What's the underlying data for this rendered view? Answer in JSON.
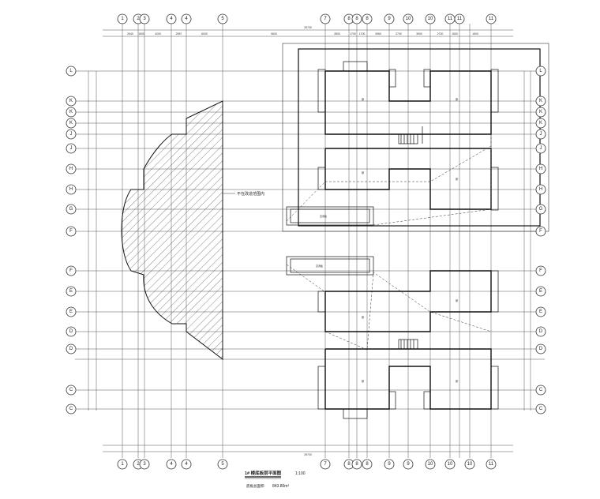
{
  "axes_top": [
    "1",
    "2",
    "3",
    "4",
    "4",
    "5",
    "7",
    "8",
    "8",
    "8",
    "9",
    "10",
    "10",
    "11",
    "11",
    "11"
  ],
  "axes_bottom": [
    "1",
    "2",
    "3",
    "4",
    "4",
    "5",
    "7",
    "8",
    "8",
    "8",
    "9",
    "9",
    "10",
    "10",
    "10",
    "11"
  ],
  "axes_left": [
    "L",
    "K",
    "K",
    "K",
    "J",
    "J",
    "H",
    "H",
    "G",
    "F",
    "F",
    "E",
    "E",
    "D",
    "D",
    "C",
    "C"
  ],
  "axes_right": [
    "L",
    "K",
    "K",
    "K",
    "J",
    "J",
    "H",
    "H",
    "G",
    "F",
    "F",
    "E",
    "E",
    "D",
    "D",
    "C",
    "C"
  ],
  "dims_top": [
    "2940",
    "1500",
    "4200",
    "2987",
    "6000",
    "9600",
    "2800",
    "1700",
    "1700",
    "3960",
    "2700",
    "3900",
    "2700",
    "1500",
    "1500",
    "2000"
  ],
  "overall_top": "39700",
  "overall_bottom": "39700",
  "region_label": "不在改造范围内",
  "title": "1# 楼底板层平面图",
  "scale": "1:100",
  "area_label": "底板总面积:",
  "area_value": "843.80m²"
}
